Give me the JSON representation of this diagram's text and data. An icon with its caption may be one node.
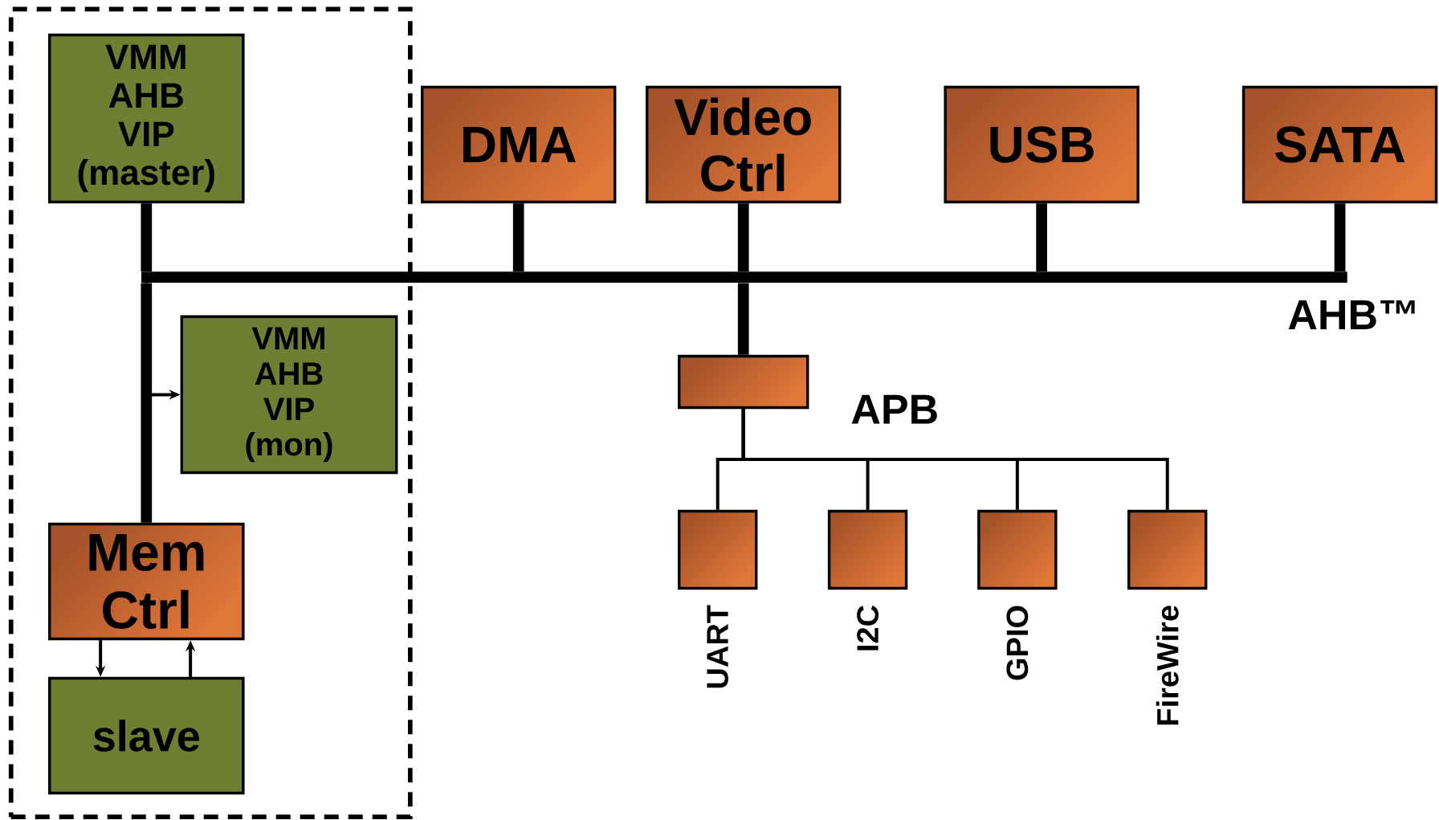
{
  "diagram": {
    "nodes": [
      {
        "text": [],
        "shape": "box"
      },
      {
        "text": [
          "VMM AHB VIP (master)"
        ],
        "in": 0
      },
      {
        "text": [
          "DMA"
        ]
      },
      {
        "text": [
          "Video Ctrl"
        ]
      },
      {
        "text": [
          "USB"
        ]
      },
      {
        "text": [
          "SATA"
        ]
      },
      {
        "text": [],
        "shape": "bar",
        "beside": [
          "AHB™"
        ]
      },
      {
        "text": [
          "VMM AHB VIP (mon)"
        ],
        "in": 0
      },
      {
        "text": [],
        "shape": "box"
      },
      {
        "text": [],
        "shape": "box",
        "beside": [
          "UART"
        ]
      },
      {
        "text": [],
        "shape": "box",
        "beside": [
          "I2C"
        ]
      },
      {
        "text": [],
        "shape": "box",
        "beside": [
          "GPIO"
        ]
      },
      {
        "text": [],
        "shape": "box",
        "beside": [
          "FireWire"
        ]
      },
      {
        "text": [
          "Mem Ctrl"
        ],
        "in": 0
      },
      {
        "text": [
          "slave"
        ],
        "in": 0
      }
    ],
    "edges": [
      {
        "from": 1,
        "to": 6,
        "arrow": "none",
        "style": "thick"
      },
      {
        "from": 2,
        "to": 6,
        "arrow": "none",
        "style": "thick"
      },
      {
        "from": 3,
        "to": 6,
        "arrow": "none",
        "style": "thick"
      },
      {
        "from": 4,
        "to": 6,
        "arrow": "none",
        "style": "thick"
      },
      {
        "from": 5,
        "to": 6,
        "arrow": "none",
        "style": "thick"
      },
      {
        "from": 13,
        "to": 6,
        "arrow": "none",
        "style": "thick"
      },
      {
        "from": 6,
        "to": 7,
        "arrow": "to"
      },
      {
        "from": 6,
        "to": 8,
        "arrow": "none",
        "style": "thick"
      },
      {
        "from": 8,
        "to": 9,
        "arrow": "none"
      },
      {
        "from": 8,
        "to": 10,
        "arrow": "none"
      },
      {
        "from": 8,
        "to": 11,
        "arrow": "none"
      },
      {
        "from": 8,
        "to": 12,
        "arrow": "none"
      },
      {
        "from": 13,
        "to": 14,
        "arrow": "to"
      },
      {
        "from": 14,
        "to": 13,
        "arrow": "to"
      }
    ],
    "labels": [
      "APB"
    ]
  }
}
